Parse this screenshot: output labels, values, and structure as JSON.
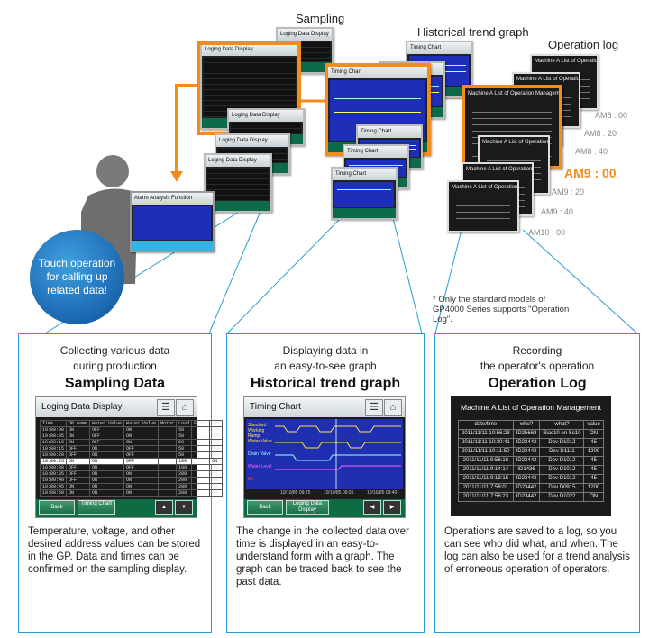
{
  "header": {
    "sampling": "Sampling",
    "historical": "Historical trend graph",
    "operation_log": "Operation log"
  },
  "bubble_text": "Touch operation for calling up related data!",
  "times": [
    "AM8 : 00",
    "AM8 : 20",
    "AM8 : 40",
    "AM9 : 00",
    "AM9 : 20",
    "AM9 : 40",
    "AM10 : 00"
  ],
  "mini_titles": {
    "loging": "Loging Data Display",
    "timing": "Timing Chart",
    "alarm": "Alarm Analysis Function",
    "oplog": "Machine A List of Operation Management"
  },
  "note": "* Only the standard models of GP4000 Series supports \"Operation Log\".",
  "panels": [
    {
      "sub1": "Collecting various data",
      "sub2": "during production",
      "title": "Sampling Data",
      "body": "Temperature, voltage, and other desired address values can be stored in the GP. Data and times can be confirmed on the sampling display."
    },
    {
      "sub1": "Displaying data in",
      "sub2": "an easy-to-see graph",
      "title": "Historical trend graph",
      "body": "The change in the collected data over time is displayed in an easy-to-understand form with a graph. The graph can be traced back to see the past data."
    },
    {
      "sub1": "Recording",
      "sub2": "the operator's operation",
      "title": "Operation Log",
      "body": "Operations are saved to a log, so you can see who did what, and when. The log can also be used for a trend analysis of erroneous operation of operators."
    }
  ],
  "sampling_screen": {
    "title": "Loging Data Display",
    "back": "Back",
    "timing": "Timing Chart",
    "header": [
      "Time",
      "OP name",
      "Water Valve",
      "Water Valve",
      "Motor",
      "Load",
      "Error",
      "Err"
    ],
    "rows": [
      [
        "10:00:00",
        "ON",
        "OFF",
        "ON",
        "",
        "50",
        "",
        "OFF"
      ],
      [
        "10:00:05",
        "ON",
        "OFF",
        "ON",
        "",
        "50",
        "",
        "OFF"
      ],
      [
        "10:00:10",
        "ON",
        "OFF",
        "ON",
        "",
        "50",
        "",
        "OFF"
      ],
      [
        "10:00:15",
        "OFF",
        "ON",
        "OFF",
        "",
        "50",
        "",
        "OFF"
      ],
      [
        "10:00:20",
        "OFF",
        "ON",
        "OFF",
        "",
        "50",
        "",
        "OFF"
      ],
      [
        "10:00:25",
        "ON",
        "ON",
        "OFF",
        "",
        "100",
        "",
        "ON"
      ],
      [
        "10:00:30",
        "OFF",
        "ON",
        "OFF",
        "",
        "100",
        "",
        "ON"
      ],
      [
        "10:00:35",
        "OFF",
        "ON",
        "ON",
        "",
        "200",
        "",
        "ON"
      ],
      [
        "10:00:40",
        "OFF",
        "ON",
        "ON",
        "",
        "200",
        "",
        "ON"
      ],
      [
        "10:00:45",
        "ON",
        "ON",
        "ON",
        "",
        "200",
        "",
        "ON"
      ],
      [
        "10:00:50",
        "ON",
        "ON",
        "ON",
        "",
        "200",
        "",
        "ON"
      ]
    ]
  },
  "trend_screen": {
    "title": "Timing Chart",
    "labels": [
      "Standard Working Ramp",
      "Water Valve",
      "Drain Valve",
      "Water Level",
      "Err"
    ],
    "times": [
      "10/10/85 09:25",
      "10/10/85 09:35",
      "10/10/85 09:40"
    ],
    "back": "Back",
    "loging": "Loging Data Display"
  },
  "oplog_screen": {
    "title": "Machine A List of Operation Management",
    "header": [
      "date/time",
      "who?",
      "what?",
      "value"
    ],
    "rows": [
      [
        "2011/11/11 10:56:23",
        "ID25668",
        "Bias10 on Sc10",
        "ON"
      ],
      [
        "2011/11/11 10:30:41",
        "ID23442",
        "Dev D1012",
        "45"
      ],
      [
        "2011/11/11 10:11:50",
        "ID23442",
        "Dev D1111",
        "1200"
      ],
      [
        "2011/11/11 9:56:16",
        "ID23442",
        "Dev D1012",
        "45"
      ],
      [
        "2011/11/11 9:14:14",
        "ID1436",
        "Dev D1012",
        "45"
      ],
      [
        "2011/11/11 9:13:15",
        "ID23442",
        "Dev D1012",
        "45"
      ],
      [
        "2011/11/11 7:58:01",
        "ID23442",
        "Dev D0915",
        "1200"
      ],
      [
        "2011/11/11 7:56:23",
        "ID23442",
        "Dev D1022",
        "ON"
      ]
    ]
  },
  "colors": {
    "accent_orange": "#f28c1c",
    "panel_border": "#2a9bd0",
    "bubble_blue": "#0b63b5"
  }
}
